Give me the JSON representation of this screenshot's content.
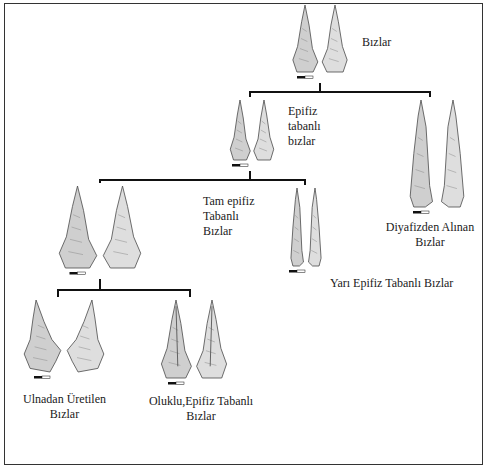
{
  "diagram": {
    "nodes": [
      {
        "text": [
          "Bızlar"
        ]
      },
      {
        "text": [
          "Epifiz tabanlı bızlar"
        ]
      },
      {
        "text": [
          "Diyafizden Alınan Bızlar"
        ]
      },
      {
        "text": [
          "Tam epifiz Tabanlı Bızlar"
        ]
      },
      {
        "text": [
          "Yarı Epifiz Tabanlı Bızlar"
        ]
      },
      {
        "text": [
          "Ulnadan Üretilen Bızlar"
        ]
      },
      {
        "text": [
          "Oluklu,Epifiz Tabanlı Bızlar"
        ]
      }
    ],
    "edges": [
      {
        "from": 0,
        "to": 1,
        "arrow": "none"
      },
      {
        "from": 0,
        "to": 2,
        "arrow": "none"
      },
      {
        "from": 1,
        "to": 3,
        "arrow": "none"
      },
      {
        "from": 1,
        "to": 4,
        "arrow": "none"
      },
      {
        "from": 3,
        "to": 5,
        "arrow": "none"
      },
      {
        "from": 3,
        "to": 6,
        "arrow": "none"
      }
    ]
  }
}
